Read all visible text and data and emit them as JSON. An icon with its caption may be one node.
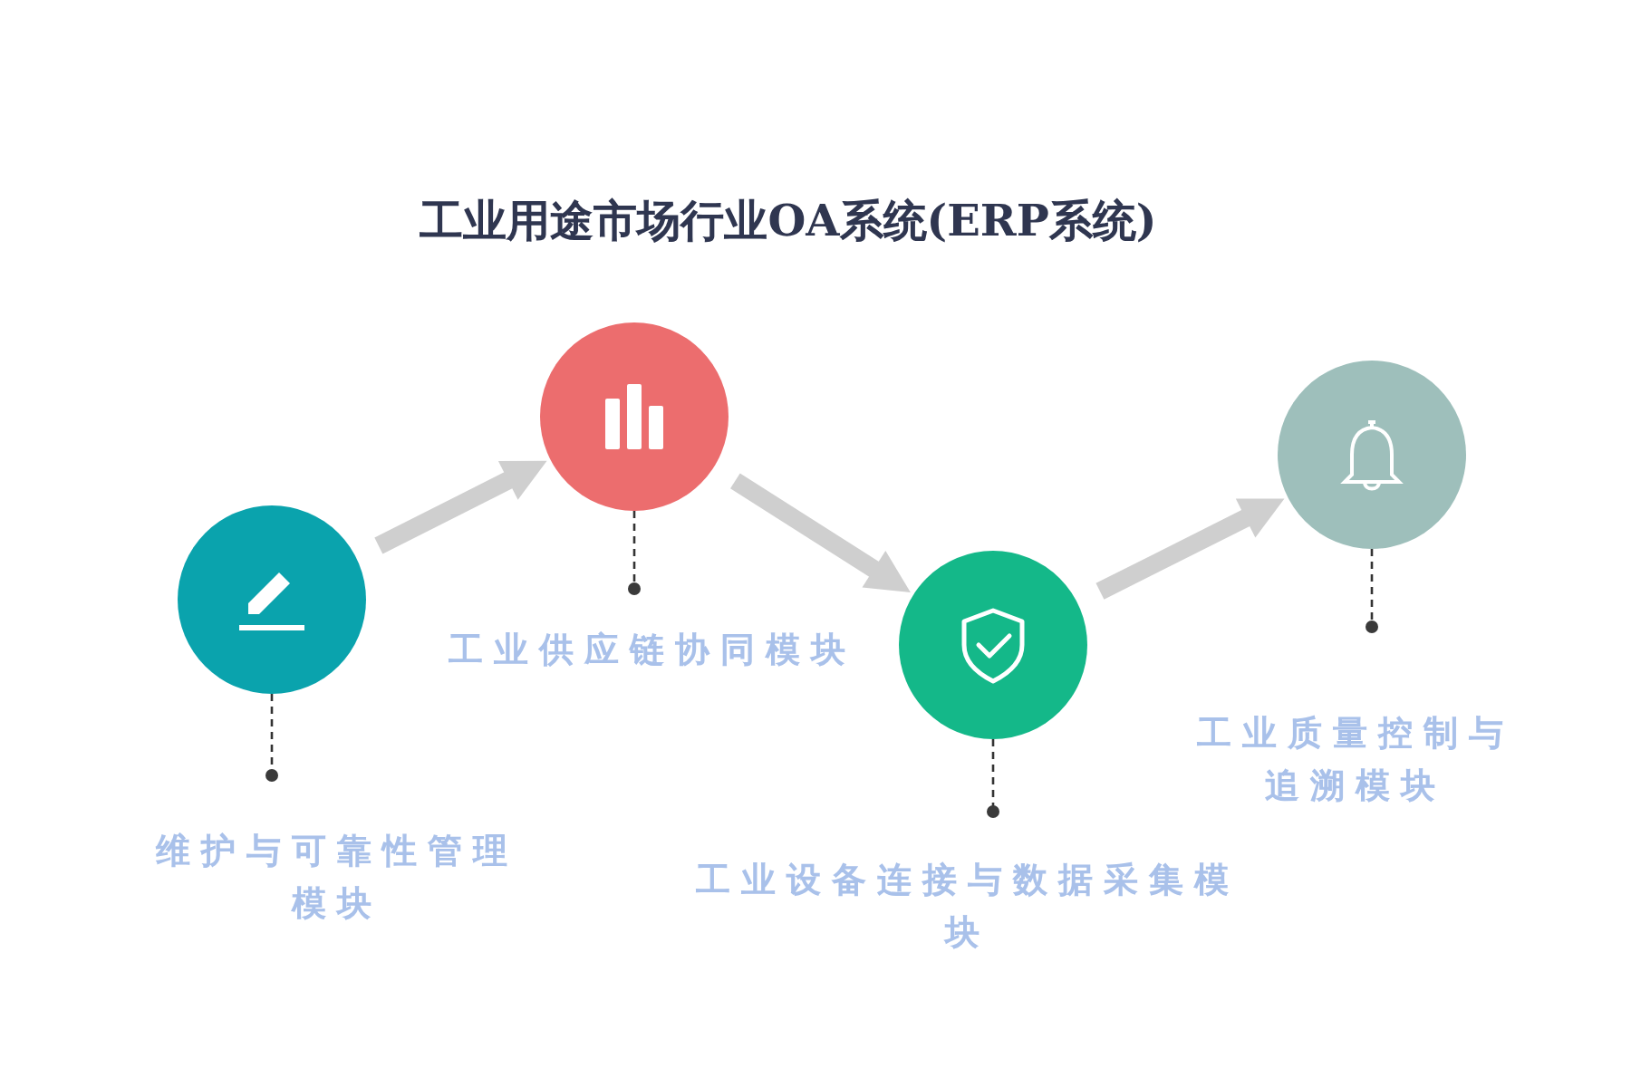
{
  "diagram": {
    "title": "工业用途市场行业OA系统(ERP系统)",
    "nodes": [
      {
        "text": [],
        "shape": "circle"
      },
      {
        "text": [
          "维护与可靠性管理模块"
        ]
      },
      {
        "text": [],
        "shape": "circle"
      },
      {
        "text": [
          "工业供应链协同模块"
        ]
      },
      {
        "text": [],
        "shape": "circle"
      },
      {
        "text": [
          "工业设备连接与数据采集模块"
        ]
      },
      {
        "text": [],
        "shape": "circle"
      },
      {
        "text": [
          "工业质量控制与追溯模块"
        ]
      }
    ],
    "edges": [
      {
        "from": 0,
        "to": 2,
        "arrow": "to",
        "style": "thick",
        "color": "#cfcfcf"
      },
      {
        "from": 2,
        "to": 4,
        "arrow": "to",
        "style": "thick",
        "color": "#cfcfcf"
      },
      {
        "from": 4,
        "to": 6,
        "arrow": "to",
        "style": "thick",
        "color": "#cfcfcf"
      },
      {
        "from": 0,
        "to": 1,
        "arrow": "other",
        "style": "dashed"
      },
      {
        "from": 2,
        "to": 3,
        "arrow": "other",
        "style": "dashed"
      },
      {
        "from": 4,
        "to": 5,
        "arrow": "other",
        "style": "dashed"
      },
      {
        "from": 6,
        "to": 7,
        "arrow": "other",
        "style": "dashed"
      }
    ]
  }
}
